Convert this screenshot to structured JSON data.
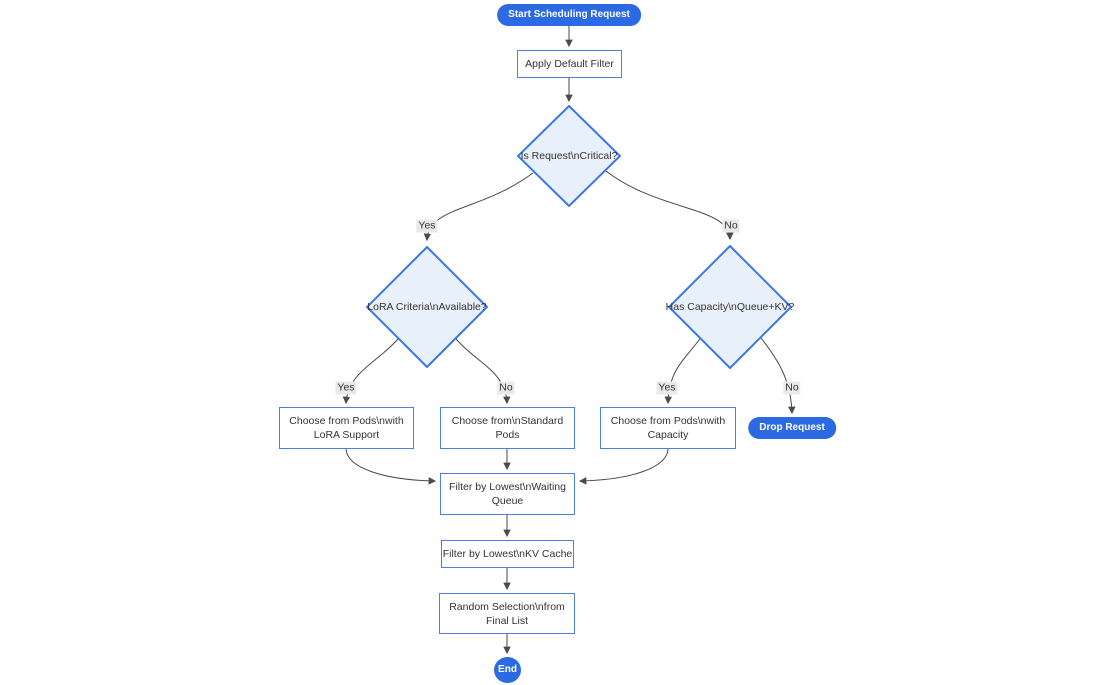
{
  "colors": {
    "pill_fill": "#2b6ae2",
    "pill_text": "#ffffff",
    "rect_fill": "#ffffff",
    "rect_border": "#4d7fe0",
    "diamond_fill": "#e8f1fb",
    "diamond_border": "#3b76e8",
    "edge": "#4a4a4a",
    "label_bg": "#e9e9e9",
    "text": "#333333"
  },
  "nodes": {
    "start": {
      "label": "Start Scheduling Request",
      "shape": "pill"
    },
    "apply_filter": {
      "label": "Apply Default Filter",
      "shape": "rect"
    },
    "is_critical": {
      "label": "Is Request\\nCritical?",
      "shape": "diamond"
    },
    "lora_criteria": {
      "label": "LoRA Criteria\\nAvailable?",
      "shape": "diamond"
    },
    "has_capacity": {
      "label": "Has Capacity\\nQueue+KV?",
      "shape": "diamond"
    },
    "choose_lora_pods": {
      "lines": [
        "Choose from Pods\\nwith",
        "LoRA Support"
      ],
      "shape": "rect"
    },
    "choose_standard_pods": {
      "lines": [
        "Choose from\\nStandard",
        "Pods"
      ],
      "shape": "rect"
    },
    "choose_capacity_pods": {
      "lines": [
        "Choose from Pods\\nwith",
        "Capacity"
      ],
      "shape": "rect"
    },
    "drop_request": {
      "label": "Drop Request",
      "shape": "pill"
    },
    "filter_waiting_queue": {
      "lines": [
        "Filter by Lowest\\nWaiting",
        "Queue"
      ],
      "shape": "rect"
    },
    "filter_kv_cache": {
      "label": "Filter by Lowest\\nKV Cache",
      "shape": "rect"
    },
    "random_selection": {
      "lines": [
        "Random Selection\\nfrom",
        "Final List"
      ],
      "shape": "rect"
    },
    "end": {
      "label": "End",
      "shape": "circle"
    }
  },
  "edges": [
    {
      "from": "start",
      "to": "apply_filter",
      "label": ""
    },
    {
      "from": "apply_filter",
      "to": "is_critical",
      "label": ""
    },
    {
      "from": "is_critical",
      "to": "lora_criteria",
      "label": "Yes"
    },
    {
      "from": "is_critical",
      "to": "has_capacity",
      "label": "No"
    },
    {
      "from": "lora_criteria",
      "to": "choose_lora_pods",
      "label": "Yes"
    },
    {
      "from": "lora_criteria",
      "to": "choose_standard_pods",
      "label": "No"
    },
    {
      "from": "has_capacity",
      "to": "choose_capacity_pods",
      "label": "Yes"
    },
    {
      "from": "has_capacity",
      "to": "drop_request",
      "label": "No"
    },
    {
      "from": "choose_lora_pods",
      "to": "filter_waiting_queue",
      "label": ""
    },
    {
      "from": "choose_standard_pods",
      "to": "filter_waiting_queue",
      "label": ""
    },
    {
      "from": "choose_capacity_pods",
      "to": "filter_waiting_queue",
      "label": ""
    },
    {
      "from": "filter_waiting_queue",
      "to": "filter_kv_cache",
      "label": ""
    },
    {
      "from": "filter_kv_cache",
      "to": "random_selection",
      "label": ""
    },
    {
      "from": "random_selection",
      "to": "end",
      "label": ""
    }
  ]
}
